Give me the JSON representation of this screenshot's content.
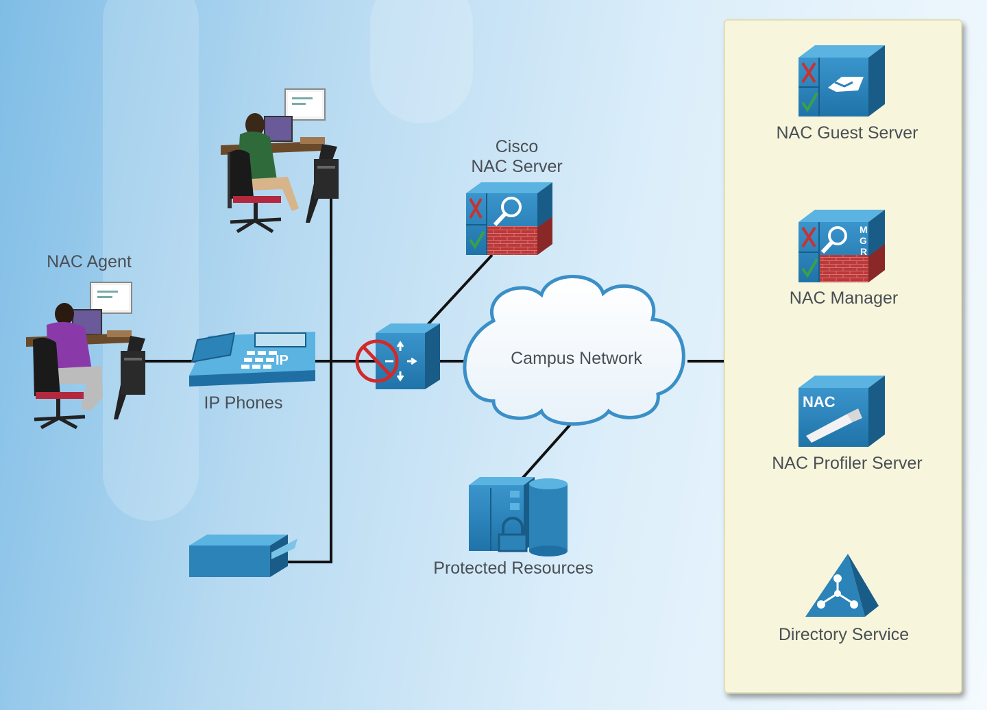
{
  "labels": {
    "nac_agent": "NAC Agent",
    "ip_phones": "IP Phones",
    "cisco": "Cisco",
    "nac_server": "NAC Server",
    "campus_network": "Campus Network",
    "protected_resources": "Protected Resources",
    "nac_guest_server": "NAC Guest Server",
    "nac_manager": "NAC Manager",
    "nac_profiler_server": "NAC Profiler Server",
    "directory_service": "Directory Service"
  },
  "icon_text": {
    "ip": "IP",
    "mgr": [
      "M",
      "G",
      "R"
    ],
    "nac": "NAC"
  },
  "colors": {
    "device_blue": "#2b83b8",
    "device_dark": "#1a5c88",
    "firewall_red": "#b83a3a",
    "link": "#111111",
    "panel": "#f7f6dc"
  }
}
